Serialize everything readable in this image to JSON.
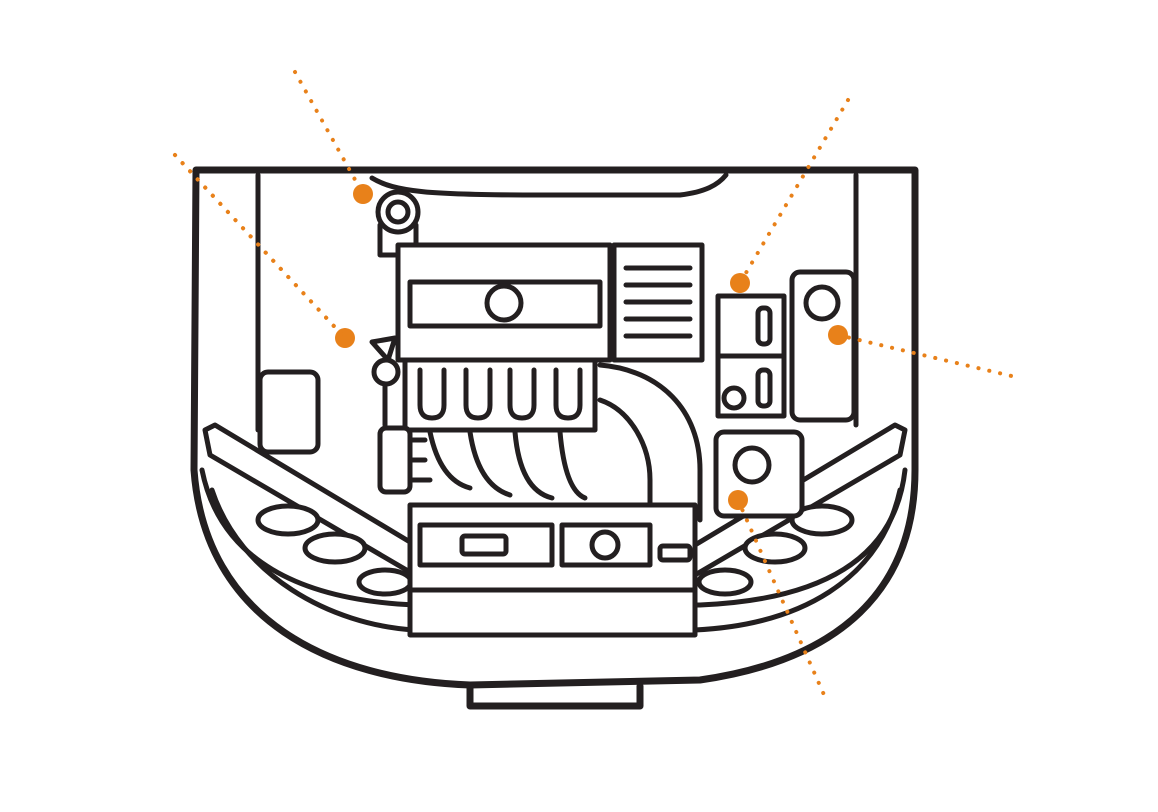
{
  "diagram": {
    "subject": "engine-bay-top-view",
    "line_color": "#231f20",
    "accent_color": "#e8811a",
    "background_color": "#ffffff",
    "callouts": [
      {
        "id": "hood-release-left"
      },
      {
        "id": "oil-filler-cap"
      },
      {
        "id": "dipstick"
      },
      {
        "id": "fuse-box"
      },
      {
        "id": "brake-fluid-reservoir"
      },
      {
        "id": "coolant-reservoir"
      }
    ]
  }
}
